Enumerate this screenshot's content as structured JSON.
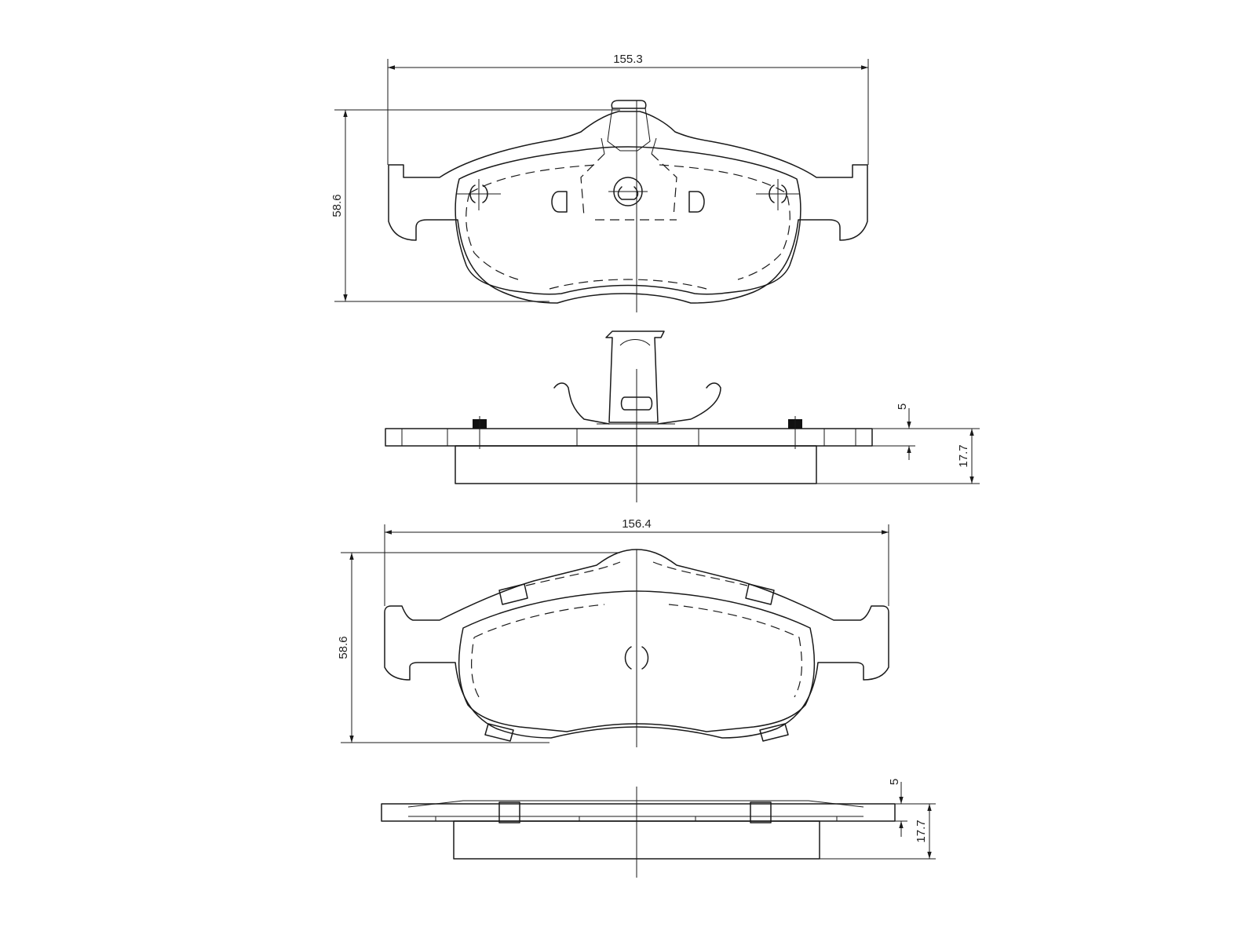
{
  "dimensions": {
    "top_width": "155.3",
    "top_height": "58.6",
    "top_side_thickness": "5",
    "top_side_total": "17.7",
    "bottom_width": "156.4",
    "bottom_height": "58.6",
    "bottom_side_thickness": "5",
    "bottom_side_total": "17.7"
  }
}
